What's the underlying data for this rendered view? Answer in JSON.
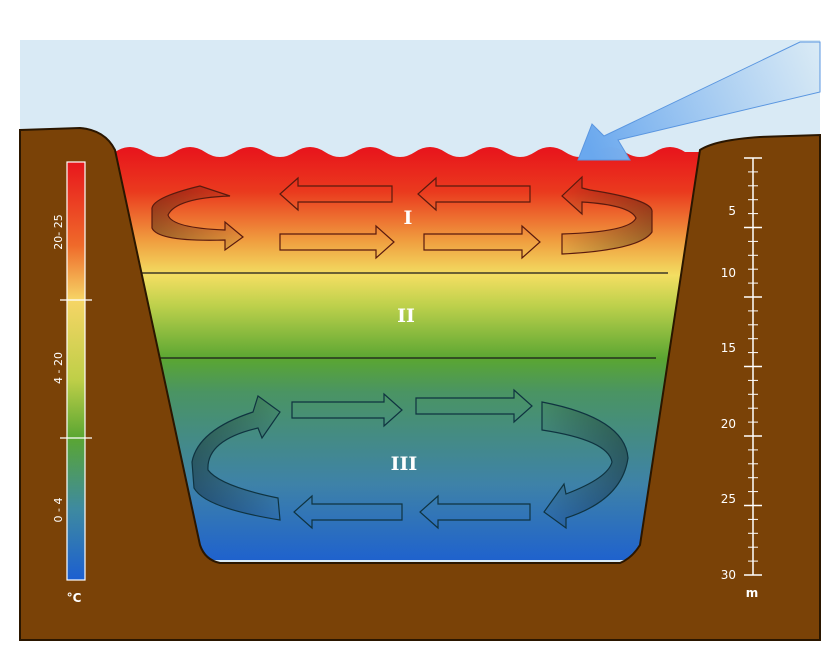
{
  "layers": [
    {
      "id": "epilimnion",
      "label": "I"
    },
    {
      "id": "metalimnion",
      "label": "II"
    },
    {
      "id": "hypolimnion",
      "label": "III"
    }
  ],
  "temperature_scale": {
    "unit": "°C",
    "ranges": [
      "20- 25",
      "4 - 20",
      "0 - 4"
    ],
    "colors": {
      "warm": "#e8161c",
      "mid": "#f2e35c",
      "green": "#5aa632",
      "cold": "#1c5fd1"
    }
  },
  "depth_scale": {
    "unit": "m",
    "labels": [
      "5",
      "10",
      "15",
      "20",
      "25",
      "30"
    ],
    "max": 30
  },
  "icons": [
    "sunlight-arrow-icon",
    "circulation-arrow-icon"
  ],
  "colors": {
    "ground": "#7a4207",
    "sky": "#d9eaf5",
    "sunlight": "#7fb6ef"
  }
}
